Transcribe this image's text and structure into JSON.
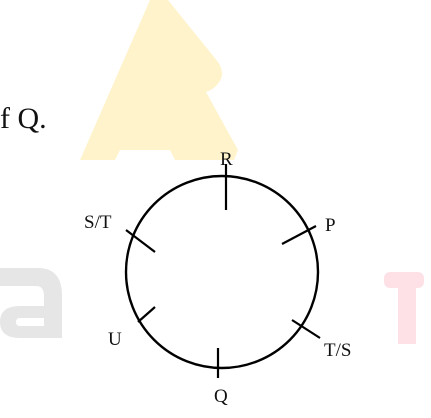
{
  "text_fragment": "f Q.",
  "watermark": {
    "colors": {
      "triangle": "#FFF3CC",
      "left_letter": "#E6E6E6",
      "right_letter": "#FDE1E6"
    },
    "shapes": [
      "yellow-triangle-logo",
      "gray-letter-a",
      "pink-letter-fragment"
    ]
  },
  "diagram": {
    "type": "circular-seating-arrangement",
    "stroke_color": "#000000",
    "positions": [
      {
        "name": "R",
        "label": "R"
      },
      {
        "name": "P",
        "label": "P"
      },
      {
        "name": "T/S",
        "label": "T/S"
      },
      {
        "name": "Q",
        "label": "Q"
      },
      {
        "name": "U",
        "label": "U"
      },
      {
        "name": "S/T",
        "label": "S/T"
      }
    ]
  }
}
